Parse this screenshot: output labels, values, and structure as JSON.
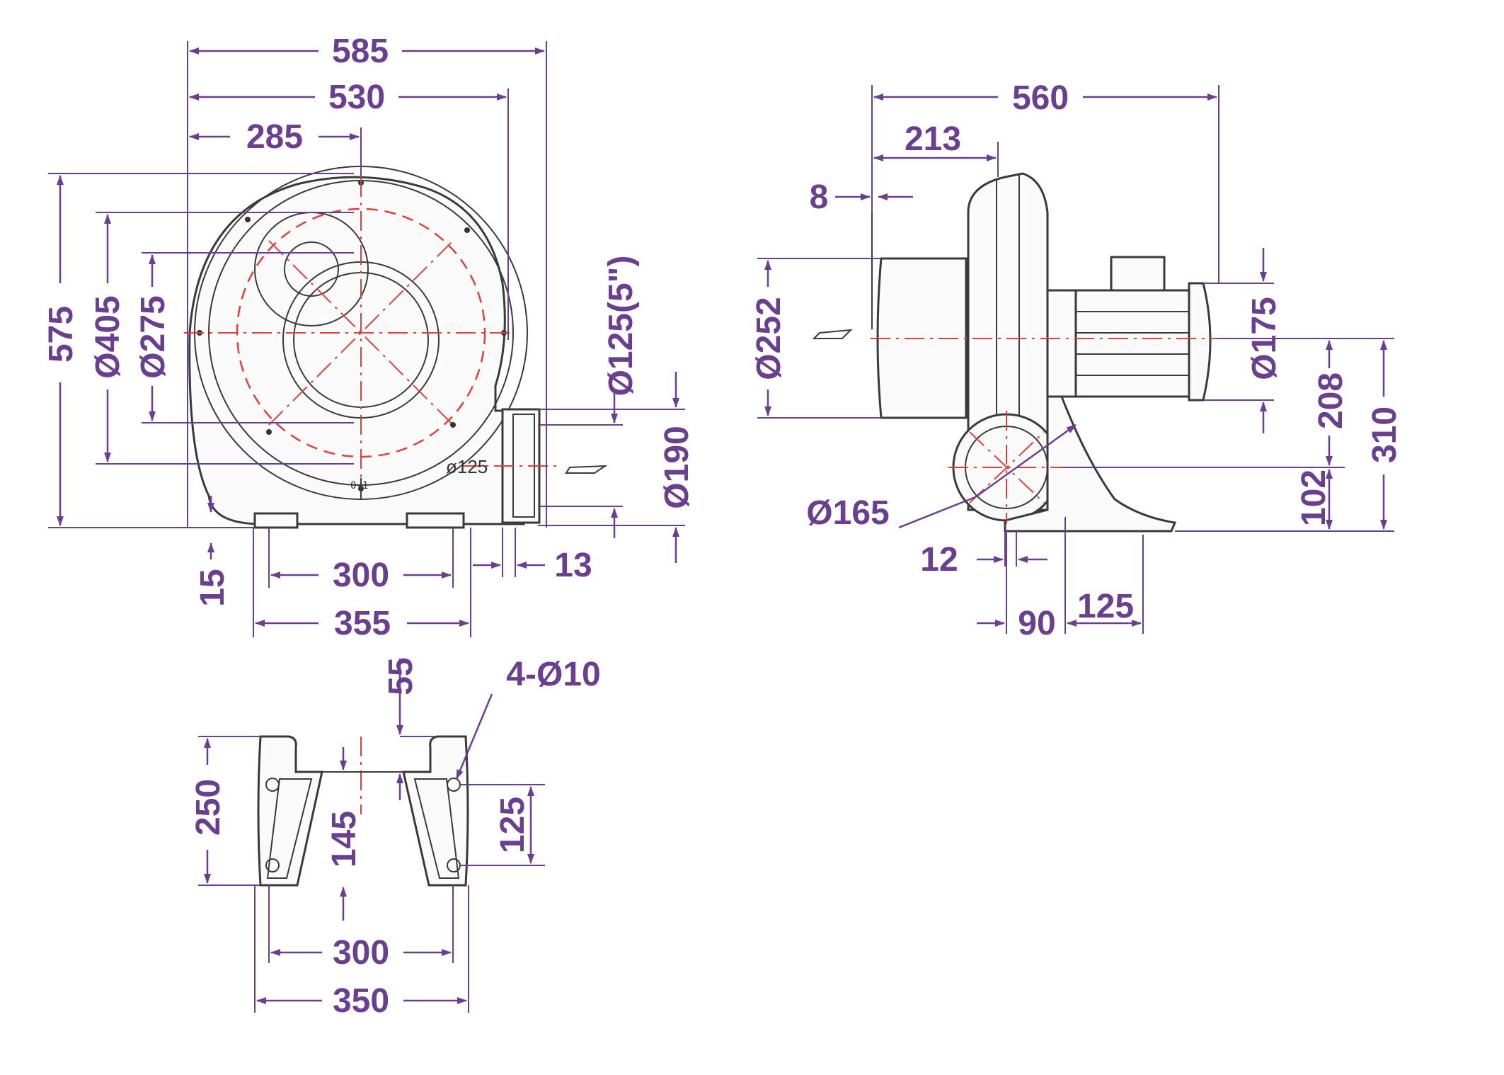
{
  "front_view": {
    "width_overall": "585",
    "width_housing": "530",
    "width_center": "285",
    "height_overall": "575",
    "dia_outer": "Ø405",
    "dia_inlet": "Ø275",
    "outlet_dia_label": "Ø125(5\")",
    "outlet_flange_dia": "Ø190",
    "outlet_tag": "ø125",
    "marker_text": "0-1",
    "base_height": "15",
    "base_holes": "300",
    "base_width": "355",
    "flange_thickness": "13"
  },
  "side_view": {
    "length_overall": "560",
    "length_housing": "213",
    "plate_thickness": "8",
    "dia_inlet_cover": "Ø252",
    "dia_motor": "Ø175",
    "center_height": "208",
    "total_height": "310",
    "outlet_center_height": "102",
    "dia_outlet": "Ø165",
    "foot_offset": "12",
    "foot_distance": "90",
    "foot_length": "125"
  },
  "base_view": {
    "hole_spec": "4-Ø10",
    "slot_width": "55",
    "depth_overall": "250",
    "depth_inner": "145",
    "hole_spacing_depth": "125",
    "hole_spacing_width": "300",
    "width_overall": "350"
  },
  "colors": {
    "dimension": "#6a3f8f",
    "centerline": "#e0403a",
    "outline": "#3a3a3a"
  }
}
